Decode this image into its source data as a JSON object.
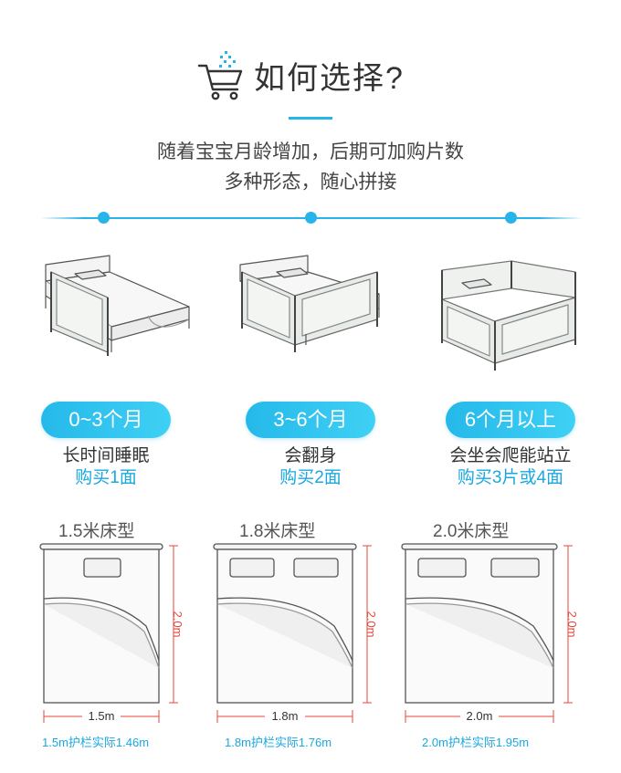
{
  "header": {
    "title": "如何选择?",
    "subtitle_line1": "随着宝宝月龄增加，后期可加购片数",
    "subtitle_line2": "多种形态，随心拼接"
  },
  "colors": {
    "accent": "#27b4e8",
    "red_dim": "#e8473a",
    "text": "#333333"
  },
  "stages": [
    {
      "age": "0~3个月",
      "desc": "长时间睡眠",
      "buy": "购买1面"
    },
    {
      "age": "3~6个月",
      "desc": "会翻身",
      "buy": "购买2面"
    },
    {
      "age": "6个月以上",
      "desc": "会坐会爬能站立",
      "buy": "购买3片或4面"
    }
  ],
  "beds": [
    {
      "title": "1.5米床型",
      "width": "1.5m",
      "length": "2.0m",
      "note": "1.5m护栏实际1.46m"
    },
    {
      "title": "1.8米床型",
      "width": "1.8m",
      "length": "2.0m",
      "note": "1.8m护栏实际1.76m"
    },
    {
      "title": "2.0米床型",
      "width": "2.0m",
      "length": "2.0m",
      "note": "2.0m护栏实际1.95m"
    }
  ]
}
